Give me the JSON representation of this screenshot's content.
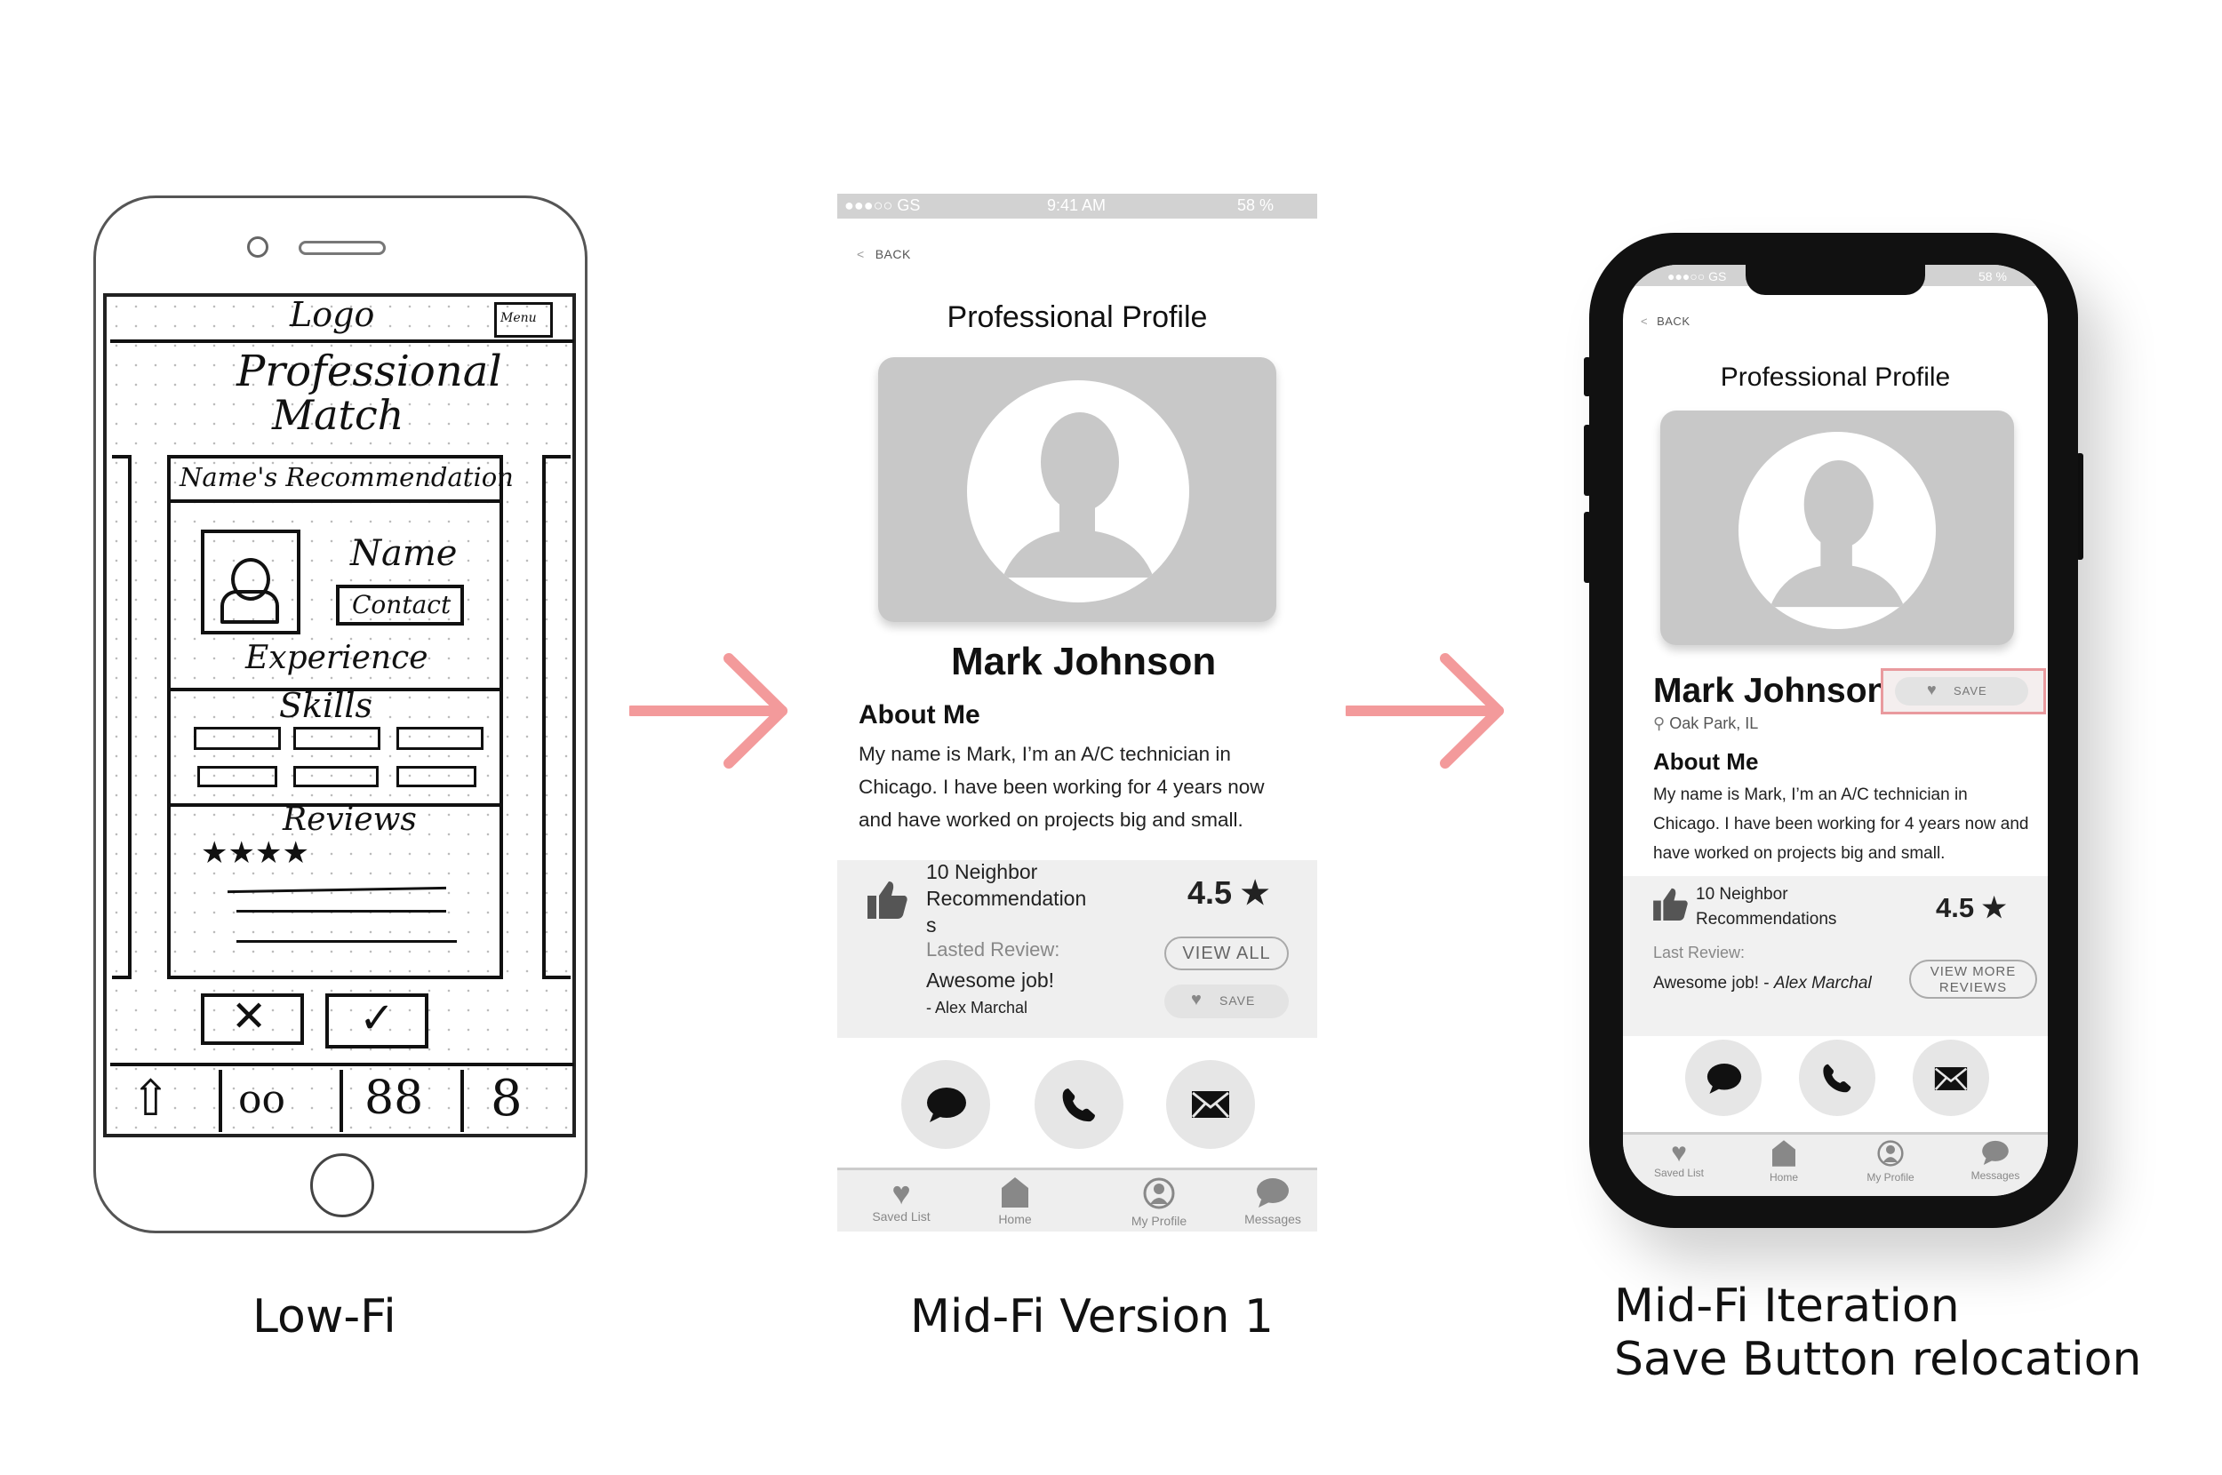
{
  "captions": {
    "lofi": "Low-Fi",
    "midfi1": "Mid-Fi Version 1",
    "midfi2_line1": "Mid-Fi Iteration",
    "midfi2_line2": "Save Button relocation"
  },
  "colors": {
    "arrow": "#f39a9b",
    "highlight": "#e99a9e",
    "card_grey": "#c8c8c8"
  },
  "lofi": {
    "logo": "Logo",
    "menu": "Menu",
    "title_line1": "Professional",
    "title_line2": "Match",
    "recommendation": "Name's Recommendation",
    "name": "Name",
    "contact": "Contact",
    "experience": "Experience",
    "skills": "Skills",
    "reviews": "Reviews",
    "stars": "★★★★"
  },
  "midfi1": {
    "status": {
      "carrier": "●●●○○ GS",
      "time": "9:41 AM",
      "battery": "58 %"
    },
    "back": "BACK",
    "title": "Professional Profile",
    "name": "Mark Johnson",
    "about_heading": "About Me",
    "about_text": "My name is Mark, I’m an A/C technician in Chicago. I have been working for 4 years now and have worked on projects big and small.",
    "recommend_line1": "10 Neighbor",
    "recommend_line2": "Recommendation",
    "recommend_line3": "s",
    "rating": "4.5 ★",
    "last_review_label": "Lasted Review:",
    "last_review_text": "Awesome job!",
    "last_review_author": "- Alex Marchal",
    "view_all": "VIEW ALL",
    "save": "SAVE",
    "nav": [
      "Saved List",
      "Home",
      "My Profile",
      "Messages"
    ]
  },
  "midfi2": {
    "status": {
      "carrier": "●●●○○ GS",
      "battery": "58 %"
    },
    "back": "BACK",
    "title": "Professional Profile",
    "name": "Mark Johnson",
    "save": "SAVE",
    "location": "Oak Park, IL",
    "about_heading": "About Me",
    "about_text": "My name is Mark, I’m an A/C technician in Chicago. I have been working for 4 years now and have worked on projects big and small.",
    "recommend_line1": "10 Neighbor",
    "recommend_line2": "Recommendations",
    "rating": "4.5 ★",
    "last_review_label": "Last Review:",
    "last_review_text": "Awesome job! - ",
    "last_review_author": "Alex Marchal",
    "view_more_line1": "VIEW MORE",
    "view_more_line2": "REVIEWS",
    "nav": [
      "Saved List",
      "Home",
      "My Profile",
      "Messages"
    ]
  }
}
